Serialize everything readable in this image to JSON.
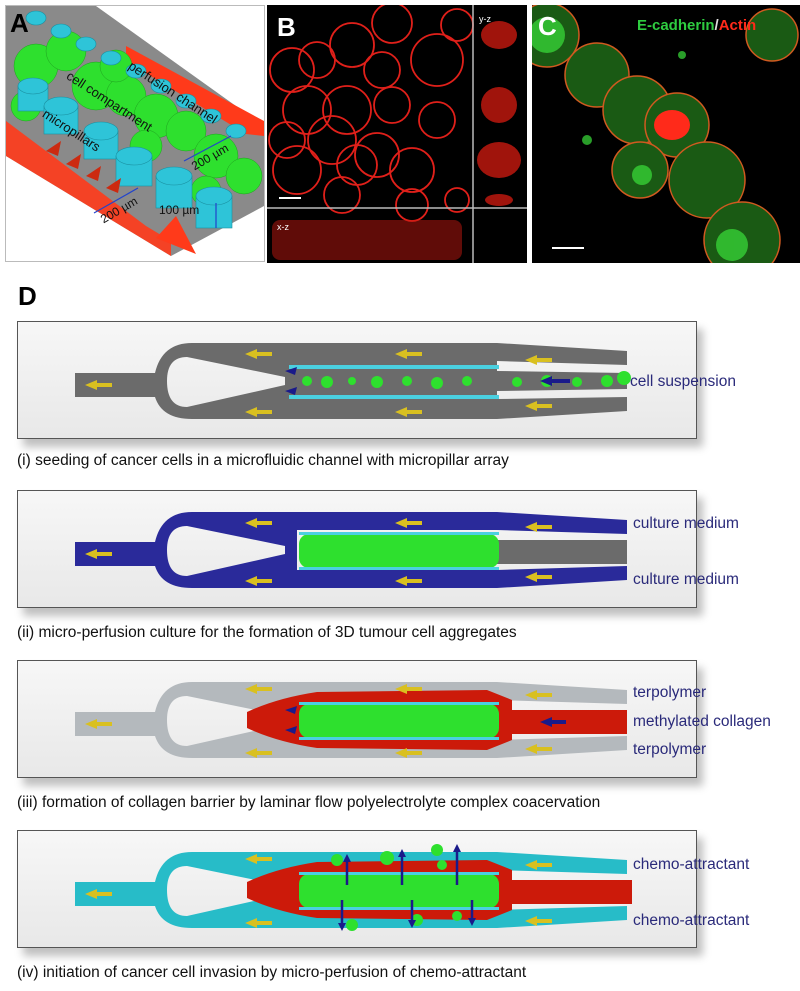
{
  "panels": {
    "A": {
      "label": "A",
      "annotations": {
        "perfusion_channel": "perfusion channel",
        "cell_compartment": "cell compartment",
        "micropillars": "micropillars",
        "dim_200_a": "200 µm",
        "dim_200_b": "200 µm",
        "dim_100": "100 µm"
      },
      "colors": {
        "pillar": "#2ec4d8",
        "cells": "#2ee02e",
        "channel": "#ff3a1a",
        "base": "#8a8a8a"
      }
    },
    "B": {
      "label": "B",
      "subpanels": {
        "yz": "y-z",
        "xz": "x-z"
      },
      "colors": {
        "membrane": "#e0201a",
        "background": "#000000"
      }
    },
    "C": {
      "label": "C",
      "legend": {
        "green_text": "E-cadherin",
        "separator": "/",
        "red_text": "Actin"
      },
      "colors": {
        "green": "#2ecc40",
        "red": "#ff2a1a"
      }
    },
    "D": {
      "label": "D",
      "steps": [
        {
          "id": "i",
          "caption": "(i) seeding of cancer cells in a microfluidic channel with micropillar array",
          "channel_color": "#6b6b6b",
          "center_color": "#6b6b6b",
          "side_labels": [
            {
              "text": "cell suspension",
              "position": "middle"
            }
          ]
        },
        {
          "id": "ii",
          "caption": "(ii) micro-perfusion culture for the formation of 3D tumour cell aggregates",
          "channel_color": "#2a2a9a",
          "center_color": "#6b6b6b",
          "side_labels": [
            {
              "text": "culture medium",
              "position": "top"
            },
            {
              "text": "culture medium",
              "position": "bottom"
            }
          ]
        },
        {
          "id": "iii",
          "caption": "(iii) formation of collagen barrier by laminar flow polyelectrolyte complex coacervation",
          "channel_color": "#b4b9bd",
          "center_color": "#cc1a0a",
          "side_labels": [
            {
              "text": "terpolymer",
              "position": "top"
            },
            {
              "text": "methylated collagen",
              "position": "middle"
            },
            {
              "text": "terpolymer",
              "position": "bottom"
            }
          ]
        },
        {
          "id": "iv",
          "caption": "(iv) initiation of cancer cell invasion by micro-perfusion of chemo-attractant",
          "channel_color": "#27bcc8",
          "center_color": "#cc1a0a",
          "side_labels": [
            {
              "text": "chemo-attractant",
              "position": "top"
            },
            {
              "text": "chemo-attractant",
              "position": "bottom"
            }
          ]
        }
      ],
      "colors": {
        "flow_arrow": "#d9c020",
        "label_text": "#2a2a7a",
        "cells": "#2ee02e",
        "pillars": "#4ad0e0",
        "blue_arrow": "#1a1a8a"
      }
    }
  }
}
